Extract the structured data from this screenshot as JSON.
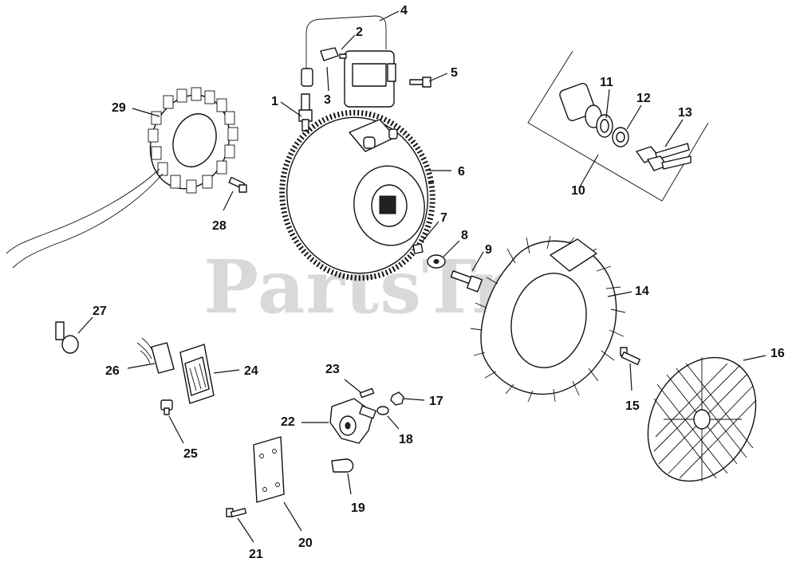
{
  "watermark": "PartsTree",
  "callouts": [
    "1",
    "2",
    "3",
    "4",
    "5",
    "6",
    "7",
    "8",
    "9",
    "10",
    "11",
    "12",
    "13",
    "14",
    "15",
    "16",
    "17",
    "18",
    "19",
    "20",
    "21",
    "22",
    "23",
    "24",
    "25",
    "26",
    "27",
    "28",
    "29"
  ]
}
